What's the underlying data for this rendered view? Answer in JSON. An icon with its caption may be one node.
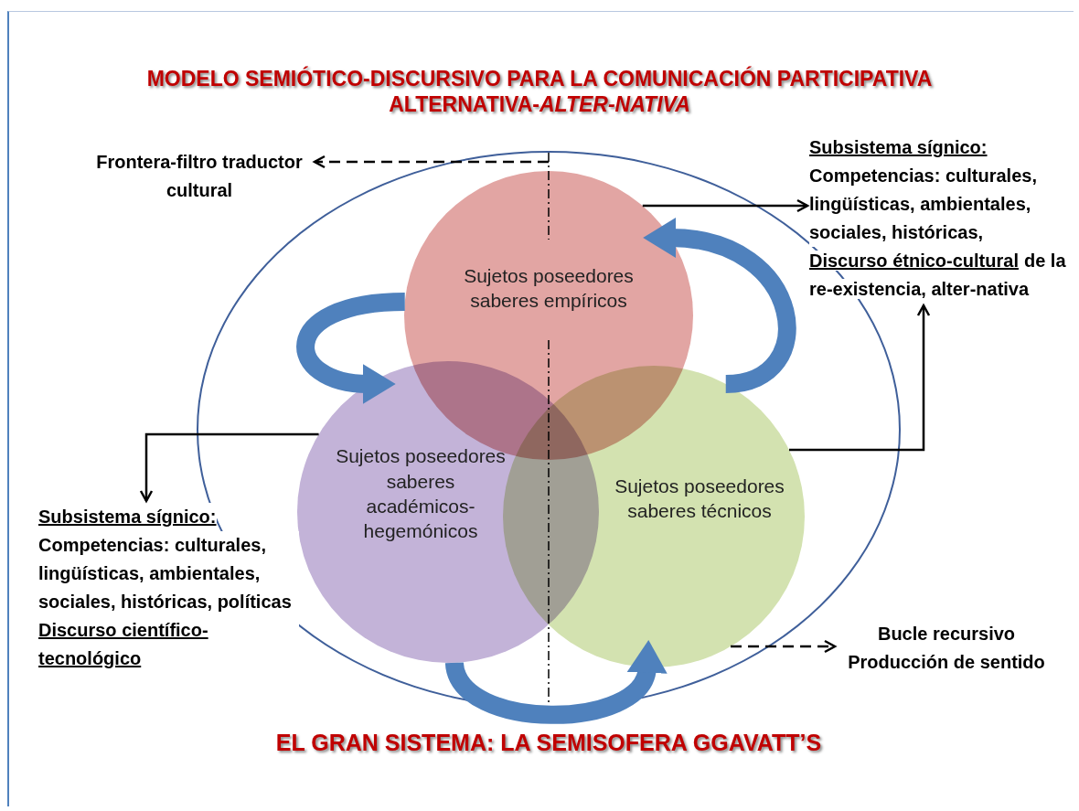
{
  "diagram": {
    "title": "MODELO SEMIÓTICO-DISCURSIVO PARA LA COMUNICACIÓN PARTICIPATIVA ALTERNATIVA-*ALTER-NATIVA*",
    "caption": "EL GRAN SISTEMA: LA SEMISOFERA GGAVATT’S",
    "nodes": [
      {
        "text": [],
        "shape": "circle"
      },
      {
        "text": [
          "Sujetos poseedores saberes empíricos"
        ],
        "in": 0
      },
      {
        "text": [
          "Sujetos poseedores saberes académicos-hegemónicos"
        ],
        "in": 0
      },
      {
        "text": [
          "Sujetos poseedores saberes técnicos"
        ],
        "in": 0
      },
      {
        "text": [
          "Frontera-filtro traductor cultural"
        ]
      },
      {
        "text": [
          "Subsistema sígnico:",
          "Competencias: culturales, lingüísticas, ambientales, sociales, históricas,",
          "Discurso étnico-cultural",
          "de la re-existencia, alter-nativa"
        ]
      },
      {
        "text": [
          "Subsistema sígnico:",
          "Competencias: culturales, lingüísticas, ambientales, sociales, históricas, políticas",
          "Discurso científico-tecnológico"
        ]
      },
      {
        "text": [
          "Bucle recursivo Producción de sentido"
        ]
      }
    ],
    "edges": [
      {
        "from": 0,
        "to": 4,
        "arrow": "to",
        "style": "dashed"
      },
      {
        "from": 1,
        "to": 5,
        "arrow": "to"
      },
      {
        "from": 3,
        "to": 5,
        "arrow": "to"
      },
      {
        "from": 2,
        "to": 6,
        "arrow": "to"
      },
      {
        "from": 3,
        "to": 7,
        "arrow": "to",
        "style": "dashed"
      },
      {
        "from": 1,
        "to": 2,
        "arrow": "to",
        "style": "thick",
        "color": "#4f81bd"
      },
      {
        "from": 2,
        "to": 3,
        "arrow": "to",
        "style": "thick",
        "color": "#4f81bd"
      },
      {
        "from": 3,
        "to": 1,
        "arrow": "to",
        "style": "thick",
        "color": "#4f81bd"
      }
    ]
  }
}
